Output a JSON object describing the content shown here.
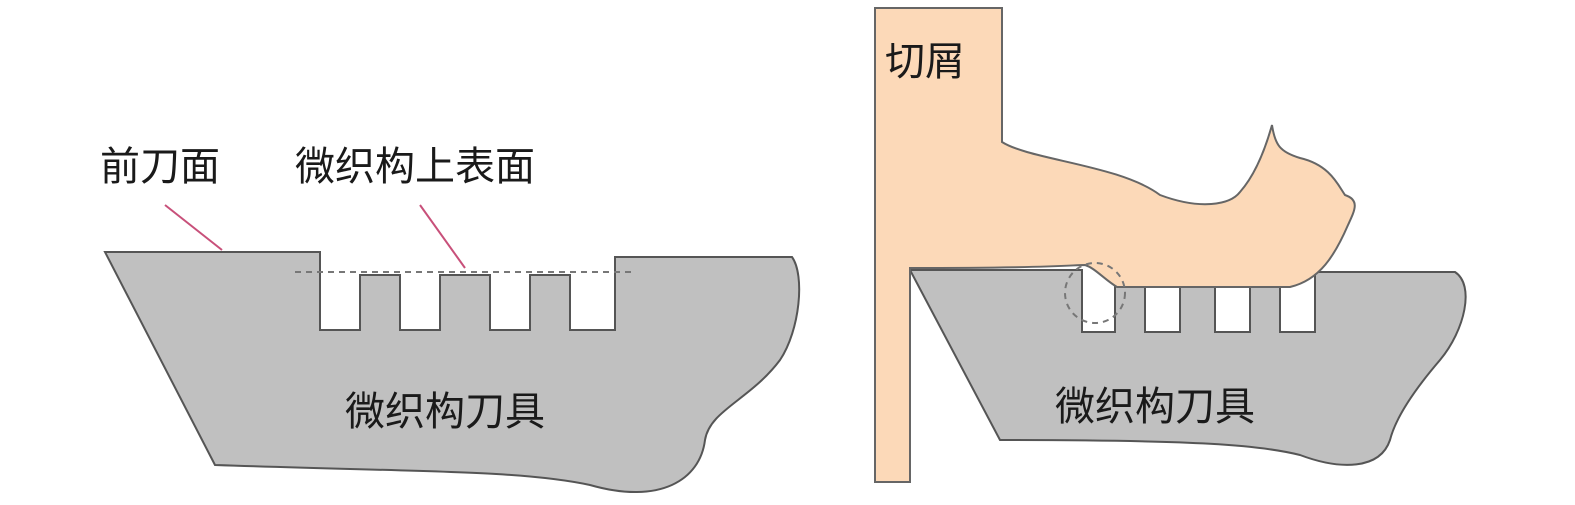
{
  "left_figure": {
    "label_rake_face": "前刀面",
    "label_top_surface": "微织构上表面",
    "label_tool": "微织构刀具"
  },
  "right_figure": {
    "label_chip": "切屑",
    "label_tool": "微织构刀具"
  },
  "colors": {
    "tool_fill": "#c0c0c0",
    "chip_fill": "#fcd9b8",
    "outline": "#555555",
    "leader_line": "#c8507a",
    "dashed": "#777777"
  }
}
